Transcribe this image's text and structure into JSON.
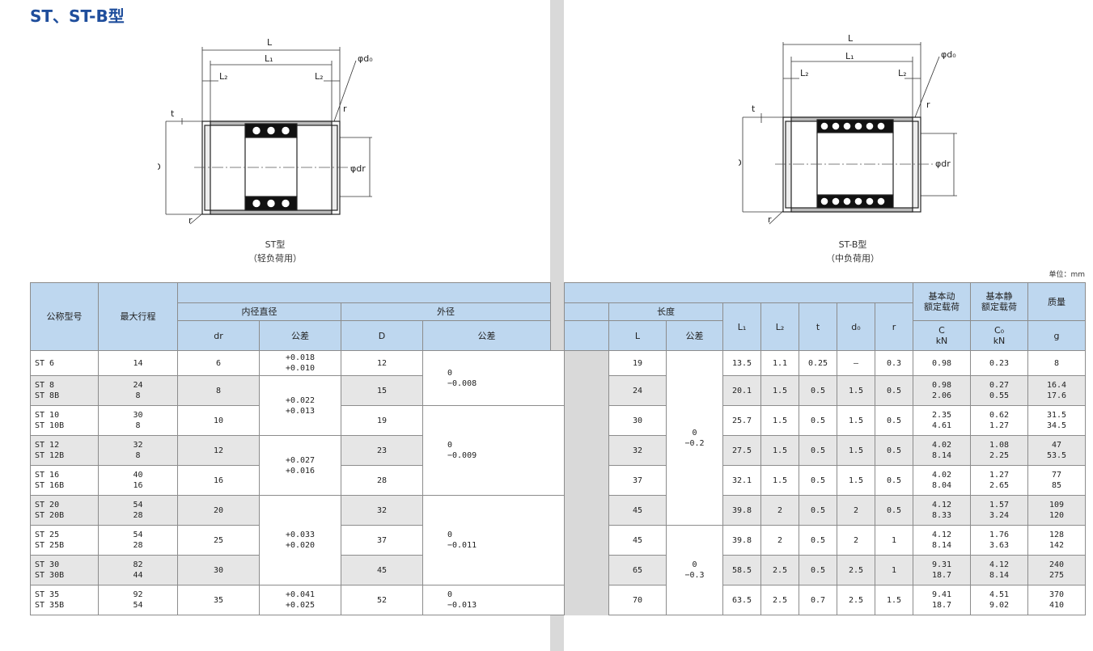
{
  "page_title": "ST、ST-B型",
  "unit_label": "单位：mm",
  "drawings": {
    "left": {
      "caption_line1": "ST型",
      "caption_line2": "（轻负荷用）",
      "label_L": "L",
      "label_L1": "L₁",
      "label_L2a": "L₂",
      "label_L2b": "L₂",
      "label_d0": "φd₀",
      "label_t": "t",
      "label_D": "φD",
      "label_dr": "φdr",
      "label_r1": "r",
      "label_r2": "r"
    },
    "right": {
      "caption_line1": "ST-B型",
      "caption_line2": "（中负荷用）",
      "label_L": "L",
      "label_L1": "L₁",
      "label_L2a": "L₂",
      "label_L2b": "L₂",
      "label_d0": "φd₀",
      "label_t": "t",
      "label_D": "φD",
      "label_dr": "φdr",
      "label_r1": "r",
      "label_r2": "r"
    }
  },
  "table": {
    "headers": {
      "model": "公称型号",
      "stroke": "最大行程",
      "inner_dia": "内径直径",
      "outer_dia": "外径",
      "length": "长度",
      "dr": "dr",
      "tol1": "公差",
      "D": "D",
      "tol2": "公差",
      "L": "L",
      "tol3": "公差",
      "L1": "L₁",
      "L2": "L₂",
      "t": "t",
      "d0": "d₀",
      "r": "r",
      "c_line1": "基本动",
      "c_line2": "额定载荷",
      "c_sym": "C",
      "c_unit": "kN",
      "c0_line1": "基本静",
      "c0_line2": "额定载荷",
      "c0_sym": "C₀",
      "c0_unit": "kN",
      "mass": "质量",
      "mass_unit": "g"
    },
    "tolerances": {
      "tol_dr_6a": "+0.018",
      "tol_dr_6b": "+0.010",
      "tol_dr_8a": "+0.022",
      "tol_dr_8b": "+0.013",
      "tol_dr_12a": "+0.027",
      "tol_dr_12b": "+0.016",
      "tol_dr_20a": "+0.033",
      "tol_dr_20b": "+0.020",
      "tol_dr_35a": "+0.041",
      "tol_dr_35b": "+0.025",
      "tol_D_1a": "0",
      "tol_D_1b": "−0.008",
      "tol_D_2a": "0",
      "tol_D_2b": "−0.009",
      "tol_D_3a": "0",
      "tol_D_3b": "−0.011",
      "tol_D_4a": "0",
      "tol_D_4b": "−0.013",
      "tol_L_1a": "0",
      "tol_L_1b": "−0.2",
      "tol_L_2a": "0",
      "tol_L_2b": "−0.3"
    },
    "rows": [
      {
        "m1": "ST 6",
        "m2": "",
        "s1": "14",
        "s2": "",
        "dr": "6",
        "D": "12",
        "L": "19",
        "L1": "13.5",
        "L2": "1.1",
        "t": "0.25",
        "d0": "—",
        "r": "0.3",
        "c1": "0.98",
        "c2": "",
        "c01": "0.23",
        "c02": "",
        "g1": "8",
        "g2": ""
      },
      {
        "m1": "ST 8",
        "m2": "ST 8B",
        "s1": "24",
        "s2": "8",
        "dr": "8",
        "D": "15",
        "L": "24",
        "L1": "20.1",
        "L2": "1.5",
        "t": "0.5",
        "d0": "1.5",
        "r": "0.5",
        "c1": "0.98",
        "c2": "2.06",
        "c01": "0.27",
        "c02": "0.55",
        "g1": "16.4",
        "g2": "17.6"
      },
      {
        "m1": "ST 10",
        "m2": "ST 10B",
        "s1": "30",
        "s2": "8",
        "dr": "10",
        "D": "19",
        "L": "30",
        "L1": "25.7",
        "L2": "1.5",
        "t": "0.5",
        "d0": "1.5",
        "r": "0.5",
        "c1": "2.35",
        "c2": "4.61",
        "c01": "0.62",
        "c02": "1.27",
        "g1": "31.5",
        "g2": "34.5"
      },
      {
        "m1": "ST 12",
        "m2": "ST 12B",
        "s1": "32",
        "s2": "8",
        "dr": "12",
        "D": "23",
        "L": "32",
        "L1": "27.5",
        "L2": "1.5",
        "t": "0.5",
        "d0": "1.5",
        "r": "0.5",
        "c1": "4.02",
        "c2": "8.14",
        "c01": "1.08",
        "c02": "2.25",
        "g1": "47",
        "g2": "53.5"
      },
      {
        "m1": "ST 16",
        "m2": "ST 16B",
        "s1": "40",
        "s2": "16",
        "dr": "16",
        "D": "28",
        "L": "37",
        "L1": "32.1",
        "L2": "1.5",
        "t": "0.5",
        "d0": "1.5",
        "r": "0.5",
        "c1": "4.02",
        "c2": "8.04",
        "c01": "1.27",
        "c02": "2.65",
        "g1": "77",
        "g2": "85"
      },
      {
        "m1": "ST 20",
        "m2": "ST 20B",
        "s1": "54",
        "s2": "28",
        "dr": "20",
        "D": "32",
        "L": "45",
        "L1": "39.8",
        "L2": "2",
        "t": "0.5",
        "d0": "2",
        "r": "0.5",
        "c1": "4.12",
        "c2": "8.33",
        "c01": "1.57",
        "c02": "3.24",
        "g1": "109",
        "g2": "120"
      },
      {
        "m1": "ST 25",
        "m2": "ST 25B",
        "s1": "54",
        "s2": "28",
        "dr": "25",
        "D": "37",
        "L": "45",
        "L1": "39.8",
        "L2": "2",
        "t": "0.5",
        "d0": "2",
        "r": "1",
        "c1": "4.12",
        "c2": "8.14",
        "c01": "1.76",
        "c02": "3.63",
        "g1": "128",
        "g2": "142"
      },
      {
        "m1": "ST 30",
        "m2": "ST 30B",
        "s1": "82",
        "s2": "44",
        "dr": "30",
        "D": "45",
        "L": "65",
        "L1": "58.5",
        "L2": "2.5",
        "t": "0.5",
        "d0": "2.5",
        "r": "1",
        "c1": "9.31",
        "c2": "18.7",
        "c01": "4.12",
        "c02": "8.14",
        "g1": "240",
        "g2": "275"
      },
      {
        "m1": "ST 35",
        "m2": "ST 35B",
        "s1": "92",
        "s2": "54",
        "dr": "35",
        "D": "52",
        "L": "70",
        "L1": "63.5",
        "L2": "2.5",
        "t": "0.7",
        "d0": "2.5",
        "r": "1.5",
        "c1": "9.41",
        "c2": "18.7",
        "c01": "4.51",
        "c02": "9.02",
        "g1": "370",
        "g2": "410"
      }
    ]
  }
}
